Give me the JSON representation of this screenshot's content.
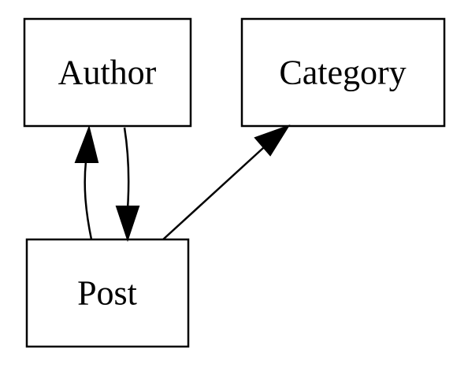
{
  "nodes": {
    "author": {
      "label": "Author"
    },
    "category": {
      "label": "Category"
    },
    "post": {
      "label": "Post"
    }
  },
  "edges": [
    {
      "from": "post",
      "to": "author"
    },
    {
      "from": "author",
      "to": "post"
    },
    {
      "from": "post",
      "to": "category"
    }
  ]
}
